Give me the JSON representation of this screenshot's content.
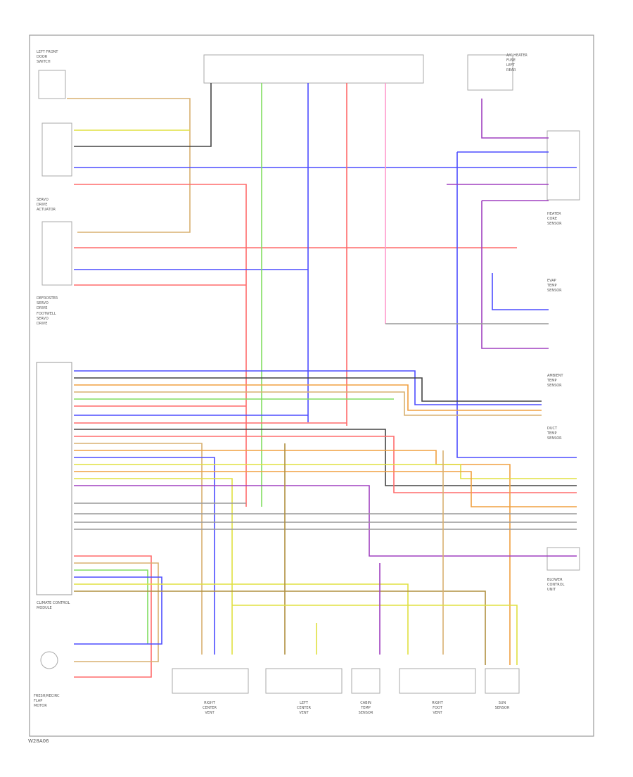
{
  "diagram": {
    "footer_code": "W28A06",
    "component_labels": {
      "left_top_switch": [
        "LEFT FRONT",
        "DOOR",
        "SWITCH"
      ],
      "tr_fuse_box": [
        "A/C HEATER",
        "FUSE",
        "LEFT",
        "REAR"
      ],
      "mode_switch": [
        "SERVO",
        "DRIVE",
        "ACTUATOR"
      ],
      "left_mid_switch": [
        "DEFROSTER",
        "SERVO",
        "DRIVE"
      ],
      "left_bottom_switch": [
        "FOOTWELL",
        "SERVO",
        "DRIVE"
      ],
      "control_module": [
        "CLIMATE CONTROL",
        "MODULE"
      ],
      "blower_motor": [
        "FRESH/RECIRC",
        "FLAP",
        "MOTOR"
      ],
      "right_sensor_1": [
        "HEATER",
        "CORE",
        "SENSOR"
      ],
      "right_sensor_2": [
        "EVAP",
        "TEMP",
        "SENSOR"
      ],
      "right_sensor_3": [
        "AMBIENT",
        "TEMP",
        "SENSOR"
      ],
      "right_sensor_4": [
        "DUCT",
        "TEMP",
        "SENSOR"
      ],
      "right_module": [
        "BLOWER",
        "CONTROL",
        "UNIT"
      ],
      "bottom_1": [
        "RIGHT",
        "CENTER",
        "VENT"
      ],
      "bottom_2": [
        "LEFT",
        "CENTER",
        "VENT"
      ],
      "bottom_3": [
        "CABIN",
        "TEMP",
        "SENSOR"
      ],
      "bottom_4": [
        "RIGHT",
        "FOOT",
        "VENT"
      ],
      "bottom_5": [
        "SUN",
        "SENSOR"
      ]
    },
    "colors": {
      "red": "#ff6b6b",
      "blue": "#4d4dff",
      "purple": "#a040c0",
      "tan": "#d9b070",
      "yellow": "#e0e040",
      "green": "#80dd60",
      "pink": "#ff99cc",
      "gray": "#999999",
      "orange": "#f0a040",
      "olive": "#b09040",
      "black": "#444444",
      "frame": "#999999"
    }
  }
}
